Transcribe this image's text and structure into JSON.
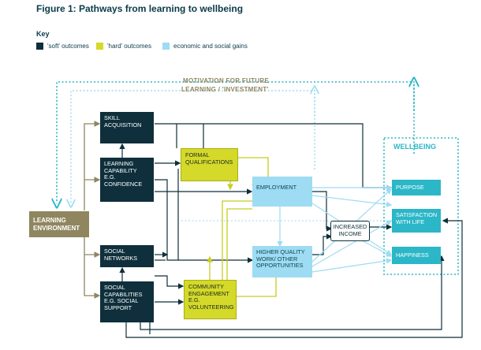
{
  "title": "Figure 1: Pathways from learning to wellbeing",
  "key": {
    "title": "Key",
    "items": [
      {
        "label": "'soft' outcomes",
        "color": "#0e2f3b"
      },
      {
        "label": "'hard' outcomes",
        "color": "#d4d92a"
      },
      {
        "label": "economic and social gains",
        "color": "#9ddcf2"
      }
    ]
  },
  "motivation": {
    "line1": "MOTIVATION FOR FUTURE",
    "line2": "LEARNING / 'INVESTMENT'"
  },
  "nodes": {
    "skill": "SKILL\nACQUISITION",
    "learning_capability": "LEARNING\nCAPABILITY\nE.G.\nCONFIDENCE",
    "formal": "FORMAL\nQUALIFICATIONS",
    "employment": "EMPLOYMENT",
    "environment": "LEARNING\nENVIRONMENT",
    "social_networks": "SOCIAL\nNETWORKS",
    "social_capabilities": "SOCIAL\nCAPABILITIES\nE.G. SOCIAL\nSUPPORT",
    "community": "COMMUNITY\nENGAGEMENT\nE.G.\nVOLUNTEERING",
    "higher_quality": "HIGHER QUALITY\nWORK/ OTHER\nOPPORTUNITIES",
    "income": "INCREASED\nINCOME"
  },
  "wellbeing": {
    "title": "WELLBEING",
    "purpose": "PURPOSE",
    "satisfaction": "SATISFACTION\nWITH LIFE",
    "happiness": "HAPPINESS"
  },
  "colors": {
    "soft": "#0e2f3b",
    "hard": "#d4d92a",
    "gain": "#9ddcf2",
    "wellbeing": "#2bb7c7",
    "environment": "#8f8660"
  }
}
